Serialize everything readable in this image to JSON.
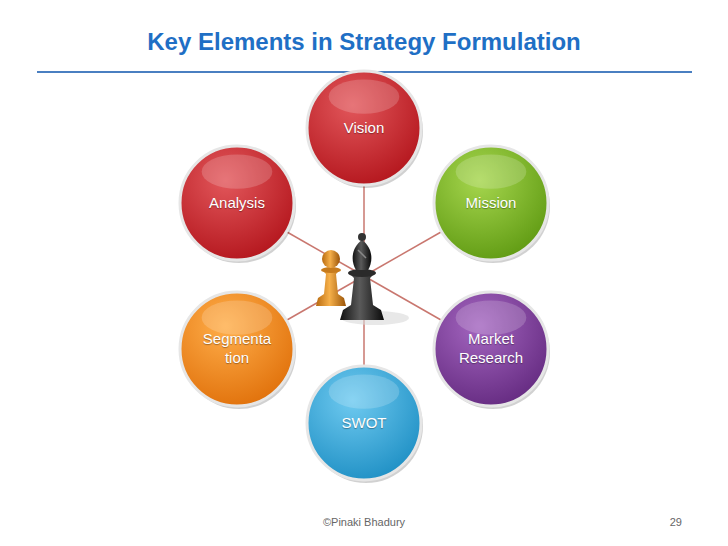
{
  "diagram": {
    "title": "Key Elements in Strategy Formulation",
    "nodes": [
      {
        "text": [
          "Vision"
        ]
      },
      {
        "text": [
          "Mission"
        ]
      },
      {
        "text": [
          "Market Research"
        ]
      },
      {
        "text": [
          "SWOT"
        ]
      },
      {
        "text": [
          "Segmenta tion"
        ]
      },
      {
        "text": [
          "Analysis"
        ]
      }
    ],
    "labels": [
      "©Pinaki Bhadury",
      "29"
    ]
  }
}
